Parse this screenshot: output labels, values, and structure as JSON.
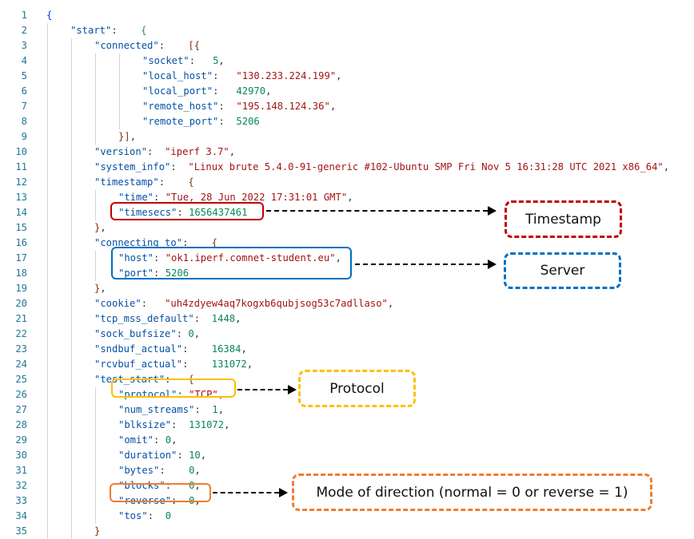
{
  "code_lines": [
    {
      "n": "1",
      "indent": 0,
      "parts": [
        [
          "b1",
          "{"
        ]
      ]
    },
    {
      "n": "2",
      "indent": 1,
      "parts": [
        [
          "k",
          "\"start\""
        ],
        [
          "p",
          ":    "
        ],
        [
          "b2",
          "{"
        ]
      ]
    },
    {
      "n": "3",
      "indent": 2,
      "parts": [
        [
          "k",
          "\"connected\""
        ],
        [
          "p",
          ":    "
        ],
        [
          "b3",
          "[{"
        ]
      ]
    },
    {
      "n": "4",
      "indent": 4,
      "parts": [
        [
          "k",
          "\"socket\""
        ],
        [
          "p",
          ":   "
        ],
        [
          "n",
          "5"
        ],
        [
          "p",
          ","
        ]
      ]
    },
    {
      "n": "5",
      "indent": 4,
      "parts": [
        [
          "k",
          "\"local_host\""
        ],
        [
          "p",
          ":   "
        ],
        [
          "s",
          "\"130.233.224.199\""
        ],
        [
          "p",
          ","
        ]
      ]
    },
    {
      "n": "6",
      "indent": 4,
      "parts": [
        [
          "k",
          "\"local_port\""
        ],
        [
          "p",
          ":   "
        ],
        [
          "n",
          "42970"
        ],
        [
          "p",
          ","
        ]
      ]
    },
    {
      "n": "7",
      "indent": 4,
      "parts": [
        [
          "k",
          "\"remote_host\""
        ],
        [
          "p",
          ":  "
        ],
        [
          "s",
          "\"195.148.124.36\""
        ],
        [
          "p",
          ","
        ]
      ]
    },
    {
      "n": "8",
      "indent": 4,
      "parts": [
        [
          "k",
          "\"remote_port\""
        ],
        [
          "p",
          ":  "
        ],
        [
          "n",
          "5206"
        ]
      ]
    },
    {
      "n": "9",
      "indent": 3,
      "parts": [
        [
          "b3",
          "}]"
        ],
        [
          "p",
          ","
        ]
      ]
    },
    {
      "n": "10",
      "indent": 2,
      "parts": [
        [
          "k",
          "\"version\""
        ],
        [
          "p",
          ":  "
        ],
        [
          "s",
          "\"iperf 3.7\""
        ],
        [
          "p",
          ","
        ]
      ]
    },
    {
      "n": "11",
      "indent": 2,
      "parts": [
        [
          "k",
          "\"system_info\""
        ],
        [
          "p",
          ":  "
        ],
        [
          "s",
          "\"Linux brute 5.4.0-91-generic #102-Ubuntu SMP Fri Nov 5 16:31:28 UTC 2021 x86_64\""
        ],
        [
          "p",
          ","
        ]
      ]
    },
    {
      "n": "12",
      "indent": 2,
      "parts": [
        [
          "k",
          "\"timestamp\""
        ],
        [
          "p",
          ":    "
        ],
        [
          "b3",
          "{"
        ]
      ]
    },
    {
      "n": "13",
      "indent": 3,
      "parts": [
        [
          "k",
          "\"time\""
        ],
        [
          "p",
          ": "
        ],
        [
          "s",
          "\"Tue, 28 Jun 2022 17:31:01 GMT\""
        ],
        [
          "p",
          ","
        ]
      ]
    },
    {
      "n": "14",
      "indent": 3,
      "parts": [
        [
          "k",
          "\"timesecs\""
        ],
        [
          "p",
          ": "
        ],
        [
          "n",
          "1656437461"
        ]
      ]
    },
    {
      "n": "15",
      "indent": 2,
      "parts": [
        [
          "b3",
          "}"
        ],
        [
          "p",
          ","
        ]
      ]
    },
    {
      "n": "16",
      "indent": 2,
      "parts": [
        [
          "k",
          "\"connecting_to\""
        ],
        [
          "p",
          ":    "
        ],
        [
          "b3",
          "{"
        ]
      ]
    },
    {
      "n": "17",
      "indent": 3,
      "parts": [
        [
          "k",
          "\"host\""
        ],
        [
          "p",
          ": "
        ],
        [
          "s",
          "\"ok1.iperf.comnet-student.eu\""
        ],
        [
          "p",
          ","
        ]
      ]
    },
    {
      "n": "18",
      "indent": 3,
      "parts": [
        [
          "k",
          "\"port\""
        ],
        [
          "p",
          ": "
        ],
        [
          "n",
          "5206"
        ]
      ]
    },
    {
      "n": "19",
      "indent": 2,
      "parts": [
        [
          "b3",
          "}"
        ],
        [
          "p",
          ","
        ]
      ]
    },
    {
      "n": "20",
      "indent": 2,
      "parts": [
        [
          "k",
          "\"cookie\""
        ],
        [
          "p",
          ":   "
        ],
        [
          "s",
          "\"uh4zdyew4aq7kogxb6qubjsog53c7adllaso\""
        ],
        [
          "p",
          ","
        ]
      ]
    },
    {
      "n": "21",
      "indent": 2,
      "parts": [
        [
          "k",
          "\"tcp_mss_default\""
        ],
        [
          "p",
          ":  "
        ],
        [
          "n",
          "1448"
        ],
        [
          "p",
          ","
        ]
      ]
    },
    {
      "n": "22",
      "indent": 2,
      "parts": [
        [
          "k",
          "\"sock_bufsize\""
        ],
        [
          "p",
          ": "
        ],
        [
          "n",
          "0"
        ],
        [
          "p",
          ","
        ]
      ]
    },
    {
      "n": "23",
      "indent": 2,
      "parts": [
        [
          "k",
          "\"sndbuf_actual\""
        ],
        [
          "p",
          ":    "
        ],
        [
          "n",
          "16384"
        ],
        [
          "p",
          ","
        ]
      ]
    },
    {
      "n": "24",
      "indent": 2,
      "parts": [
        [
          "k",
          "\"rcvbuf_actual\""
        ],
        [
          "p",
          ":    "
        ],
        [
          "n",
          "131072"
        ],
        [
          "p",
          ","
        ]
      ]
    },
    {
      "n": "25",
      "indent": 2,
      "parts": [
        [
          "k",
          "\"test_start\""
        ],
        [
          "p",
          ":   "
        ],
        [
          "b3",
          "{"
        ]
      ]
    },
    {
      "n": "26",
      "indent": 3,
      "parts": [
        [
          "k",
          "\"protocol\""
        ],
        [
          "p",
          ": "
        ],
        [
          "s",
          "\"TCP\""
        ],
        [
          "p",
          ","
        ]
      ]
    },
    {
      "n": "27",
      "indent": 3,
      "parts": [
        [
          "k",
          "\"num_streams\""
        ],
        [
          "p",
          ":  "
        ],
        [
          "n",
          "1"
        ],
        [
          "p",
          ","
        ]
      ]
    },
    {
      "n": "28",
      "indent": 3,
      "parts": [
        [
          "k",
          "\"blksize\""
        ],
        [
          "p",
          ":  "
        ],
        [
          "n",
          "131072"
        ],
        [
          "p",
          ","
        ]
      ]
    },
    {
      "n": "29",
      "indent": 3,
      "parts": [
        [
          "k",
          "\"omit\""
        ],
        [
          "p",
          ": "
        ],
        [
          "n",
          "0"
        ],
        [
          "p",
          ","
        ]
      ]
    },
    {
      "n": "30",
      "indent": 3,
      "parts": [
        [
          "k",
          "\"duration\""
        ],
        [
          "p",
          ": "
        ],
        [
          "n",
          "10"
        ],
        [
          "p",
          ","
        ]
      ]
    },
    {
      "n": "31",
      "indent": 3,
      "parts": [
        [
          "k",
          "\"bytes\""
        ],
        [
          "p",
          ":    "
        ],
        [
          "n",
          "0"
        ],
        [
          "p",
          ","
        ]
      ]
    },
    {
      "n": "32",
      "indent": 3,
      "parts": [
        [
          "k",
          "\"blocks\""
        ],
        [
          "p",
          ":   "
        ],
        [
          "n",
          "0"
        ],
        [
          "p",
          ","
        ]
      ]
    },
    {
      "n": "33",
      "indent": 3,
      "parts": [
        [
          "k",
          "\"reverse\""
        ],
        [
          "p",
          ":  "
        ],
        [
          "n",
          "0"
        ],
        [
          "p",
          ","
        ]
      ]
    },
    {
      "n": "34",
      "indent": 3,
      "parts": [
        [
          "k",
          "\"tos\""
        ],
        [
          "p",
          ":  "
        ],
        [
          "n",
          "0"
        ]
      ]
    },
    {
      "n": "35",
      "indent": 2,
      "parts": [
        [
          "b3",
          "}"
        ]
      ]
    }
  ],
  "annotations": {
    "timestamp": {
      "label": "Timestamp",
      "color": "#c00000"
    },
    "server": {
      "label": "Server",
      "color": "#0070c0"
    },
    "protocol": {
      "label": "Protocol",
      "color": "#ffc000"
    },
    "direction": {
      "label": "Mode of direction (normal = 0 or reverse = 1)",
      "color": "#ed7d31"
    }
  },
  "syntax_colors": {
    "key": "#0451a5",
    "string": "#a31515",
    "number": "#098658",
    "line_number": "#237893"
  }
}
